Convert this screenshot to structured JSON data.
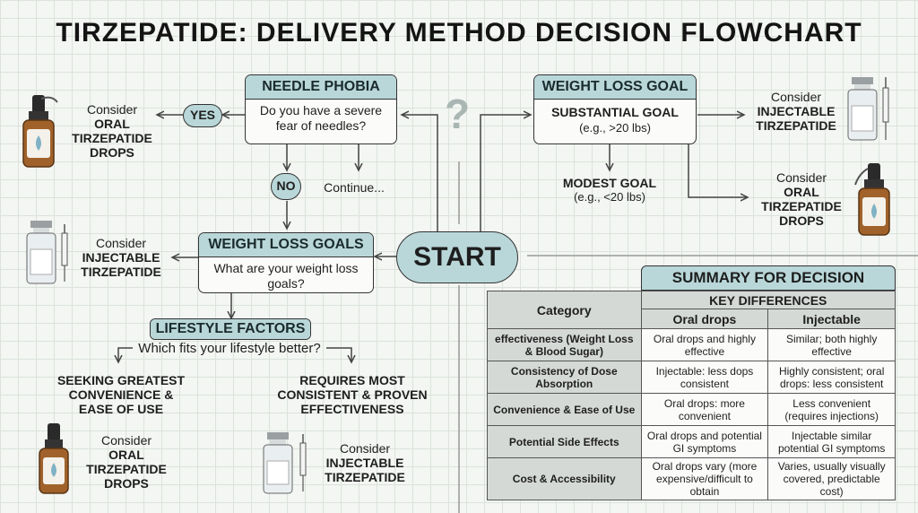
{
  "title": "TIRZEPATIDE: DELIVERY METHOD DECISION FLOWCHART",
  "start": "START",
  "question_mark": "?",
  "needle": {
    "header": "NEEDLE PHOBIA",
    "question": "Do you have a severe fear of needles?",
    "yes": "YES",
    "no": "NO",
    "continue": "Continue...",
    "yes_result": {
      "consider": "Consider",
      "method": "ORAL TIRZEPATIDE DROPS"
    }
  },
  "goals": {
    "header": "WEIGHT LOSS GOALS",
    "question": "What are your weight loss goals?",
    "result": {
      "consider": "Consider",
      "method": "INJECTABLE TIRZEPATIDE"
    }
  },
  "lifestyle": {
    "header": "LIFESTYLE FACTORS",
    "question": "Which fits your lifestyle better?",
    "left": {
      "label": "SEEKING GREATEST CONVENIENCE & EASE OF USE",
      "consider": "Consider",
      "method": "ORAL TIRZEPATIDE DROPS"
    },
    "right": {
      "label": "REQUIRES MOST CONSISTENT & PROVEN EFFECTIVENESS",
      "consider": "Consider",
      "method": "INJECTABLE TIRZEPATIDE"
    }
  },
  "goal": {
    "header": "WEIGHT LOSS GOAL",
    "substantial": "SUBSTANTIAL GOAL",
    "substantial_sub": "(e.g., >20 lbs)",
    "modest": "MODEST GOAL",
    "modest_sub": "(e.g., <20 lbs)",
    "injectable_result": {
      "consider": "Consider",
      "method": "INJECTABLE TIRZEPATIDE"
    },
    "oral_result": {
      "consider": "Consider",
      "method": "ORAL TIRZEPATIDE DROPS"
    }
  },
  "summary": {
    "title": "SUMMARY FOR DECISION",
    "key_differences": "KEY DIFFERENCES",
    "col_category": "Category",
    "col_oral": "Oral drops",
    "col_injectable": "Injectable",
    "rows": [
      {
        "category": "effectiveness (Weight Loss & Blood Sugar)",
        "oral": "Oral drops and highly effective",
        "injectable": "Similar; both highly effective"
      },
      {
        "category": "Consistency of Dose Absorption",
        "oral": "Injectable: less dops consistent",
        "injectable": "Highly consistent; oral drops: less consistent"
      },
      {
        "category": "Convenience & Ease of Use",
        "oral": "Oral drops: more convenient",
        "injectable": "Less convenient (requires injections)"
      },
      {
        "category": "Potential Side Effects",
        "oral": "Oral drops and potential GI symptoms",
        "injectable": "Injectable similar potential GI symptoms"
      },
      {
        "category": "Cost & Accessibility",
        "oral": "Oral drops vary (more expensive/difficult to obtain",
        "injectable": "Varies, usually visually covered, predictable cost)"
      }
    ]
  },
  "colors": {
    "accent": "#b9d7d9",
    "amber": "#a0622a",
    "line": "#444444"
  }
}
